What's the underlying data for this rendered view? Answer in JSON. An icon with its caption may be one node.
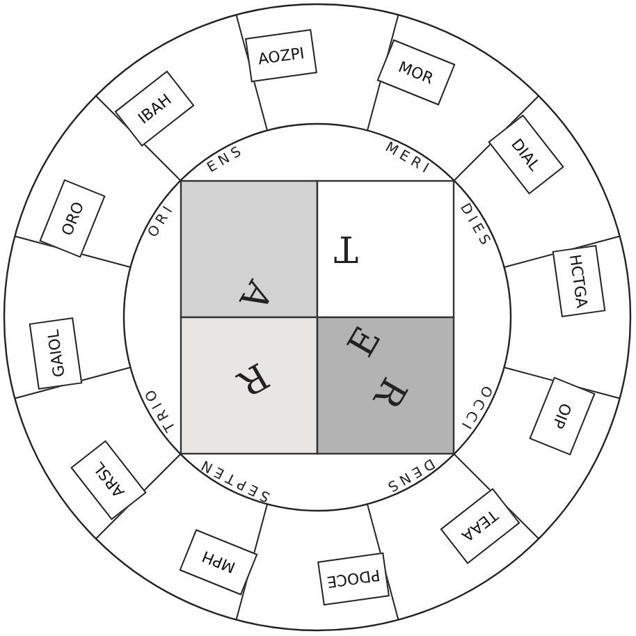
{
  "diagram": {
    "nodes": [
      {
        "text": [
          "AOZPI"
        ]
      },
      {
        "text": [
          "MOR"
        ]
      },
      {
        "text": [
          "DIAL"
        ]
      },
      {
        "text": [
          "HCTGA"
        ]
      },
      {
        "text": [
          "OIP"
        ]
      },
      {
        "text": [
          "TEAA"
        ]
      },
      {
        "text": [
          "PDOCE"
        ]
      },
      {
        "text": [
          "MPH"
        ]
      },
      {
        "text": [
          "ARSL"
        ]
      },
      {
        "text": [
          "GAIOL"
        ]
      },
      {
        "text": [
          "ORO"
        ]
      },
      {
        "text": [
          "IBAH"
        ]
      }
    ],
    "labels": [
      "ORI",
      "ENS",
      "MERI",
      "DIES",
      "OCCI",
      "DENS",
      "SEPTEN",
      "TRIO",
      "T",
      "A",
      "E",
      "R",
      "R"
    ]
  }
}
